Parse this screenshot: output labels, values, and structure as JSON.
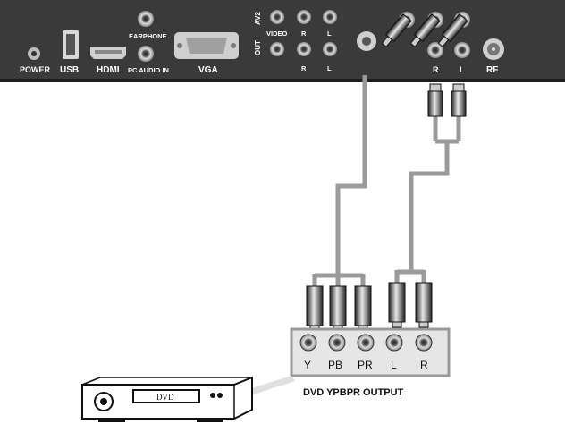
{
  "tv_panel": {
    "labels": {
      "power": "POWER",
      "usb": "USB",
      "hdmi": "HDMI",
      "earphone": "EARPHONE",
      "pc_audio_in": "PC AUDIO IN",
      "vga": "VGA",
      "av2": "AV2",
      "out": "OUT",
      "video": "VIDEO",
      "r_top": "R",
      "l_top": "L",
      "r_bottom": "R",
      "l_bottom": "L",
      "r_right": "R",
      "l_right": "L",
      "rf": "RF"
    }
  },
  "dvd_output_panel": {
    "jacks": [
      "Y",
      "PB",
      "PR",
      "L",
      "R"
    ],
    "caption": "DVD YPBPR OUTPUT"
  },
  "dvd_player": {
    "display_text": "DVD"
  },
  "colors": {
    "tv_panel": "#3a3a3a",
    "cable": "#9a9a9a",
    "panel_box": "#e6e6e6"
  }
}
